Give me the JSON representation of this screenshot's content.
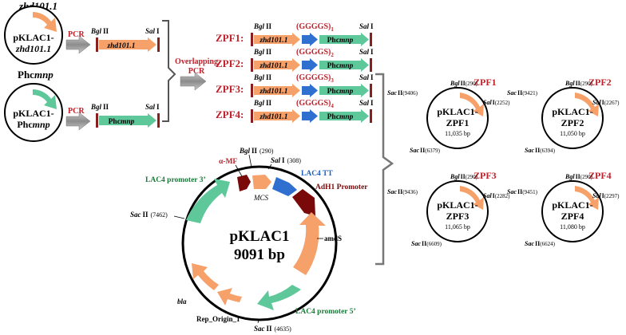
{
  "colors": {
    "orange": "#f6a06a",
    "green": "#5ec89a",
    "blue": "#2f6fcf",
    "darkred": "#7a0a0a",
    "red_label": "#c0202a",
    "blue_label": "#1f5fbf",
    "green_label": "#1a7a3a",
    "arrow_gray": "#9a9a9a",
    "marker": "#8a1f1f"
  },
  "source_plasmids": {
    "zhd": {
      "gene_label": "zhd101.1",
      "name_line1": "pKLAC1-",
      "name_line2": "zhd101.1"
    },
    "phc": {
      "gene_label": "Phcmnp",
      "name_line1": "pKLAC1-",
      "name_line2": "Phcmnp"
    }
  },
  "pcr_label": "PCR",
  "overlap_label_1": "Overlapping",
  "overlap_label_2": "PCR",
  "sites": {
    "bgl": "Bgl",
    "bgl_roman": "II",
    "sal": "Sal",
    "sal_roman": "I",
    "sac": "Sac",
    "sac_roman": "II"
  },
  "genes": {
    "zhd": "zhd101.1",
    "phc": "Phcmnp"
  },
  "constructs": [
    {
      "name": "ZPF1:",
      "linker": "(GGGGS)",
      "sub": "1"
    },
    {
      "name": "ZPF2:",
      "linker": "(GGGGS)",
      "sub": "2"
    },
    {
      "name": "ZPF3:",
      "linker": "(GGGGS)",
      "sub": "3"
    },
    {
      "name": "ZPF4:",
      "linker": "(GGGGS)",
      "sub": "4"
    }
  ],
  "result_plasmids": [
    {
      "tag": "ZPF1",
      "line1": "pKLAC1-",
      "line2": "ZPF1",
      "size": "11,035 bp",
      "bgl_pos": "(290)",
      "sal_pos": "(2252)",
      "sac1_pos": "(9406)",
      "sac2_pos": "(6379)"
    },
    {
      "tag": "ZPF2",
      "line1": "pKLAC1-",
      "line2": "ZPF2",
      "size": "11,050 bp",
      "bgl_pos": "(290)",
      "sal_pos": "(2267)",
      "sac1_pos": "(9421)",
      "sac2_pos": "(6394)"
    },
    {
      "tag": "ZPF3",
      "line1": "pKLAC1-",
      "line2": "ZPF3",
      "size": "11,065 bp",
      "bgl_pos": "(290)",
      "sal_pos": "(2282)",
      "sac1_pos": "(9436)",
      "sac2_pos": "(6609)"
    },
    {
      "tag": "ZPF4",
      "line1": "pKLAC1-",
      "line2": "ZPF4",
      "size": "11,080 bp",
      "bgl_pos": "(290)",
      "sal_pos": "(2297)",
      "sac1_pos": "(9451)",
      "sac2_pos": "(6624)"
    }
  ],
  "main_plasmid": {
    "name": "pKLAC1",
    "size": "9091 bp",
    "features": {
      "alpha_mf": "α-MF",
      "mcs": "MCS",
      "lac4_tt": "LAC4 TT",
      "adh1": "AdH1 Promoter",
      "amds": "amdS",
      "lac4_p5": "LAC4 promoter 5’",
      "lac4_p3": "LAC4 promoter 3’",
      "bla": "bla",
      "rep_origin": "Rep_Origin_1"
    },
    "sites": {
      "bgl_pos": "(290)",
      "sal_pos": "(308)",
      "sac_a_pos": "(7462)",
      "sac_b_pos": "(4635)"
    }
  }
}
